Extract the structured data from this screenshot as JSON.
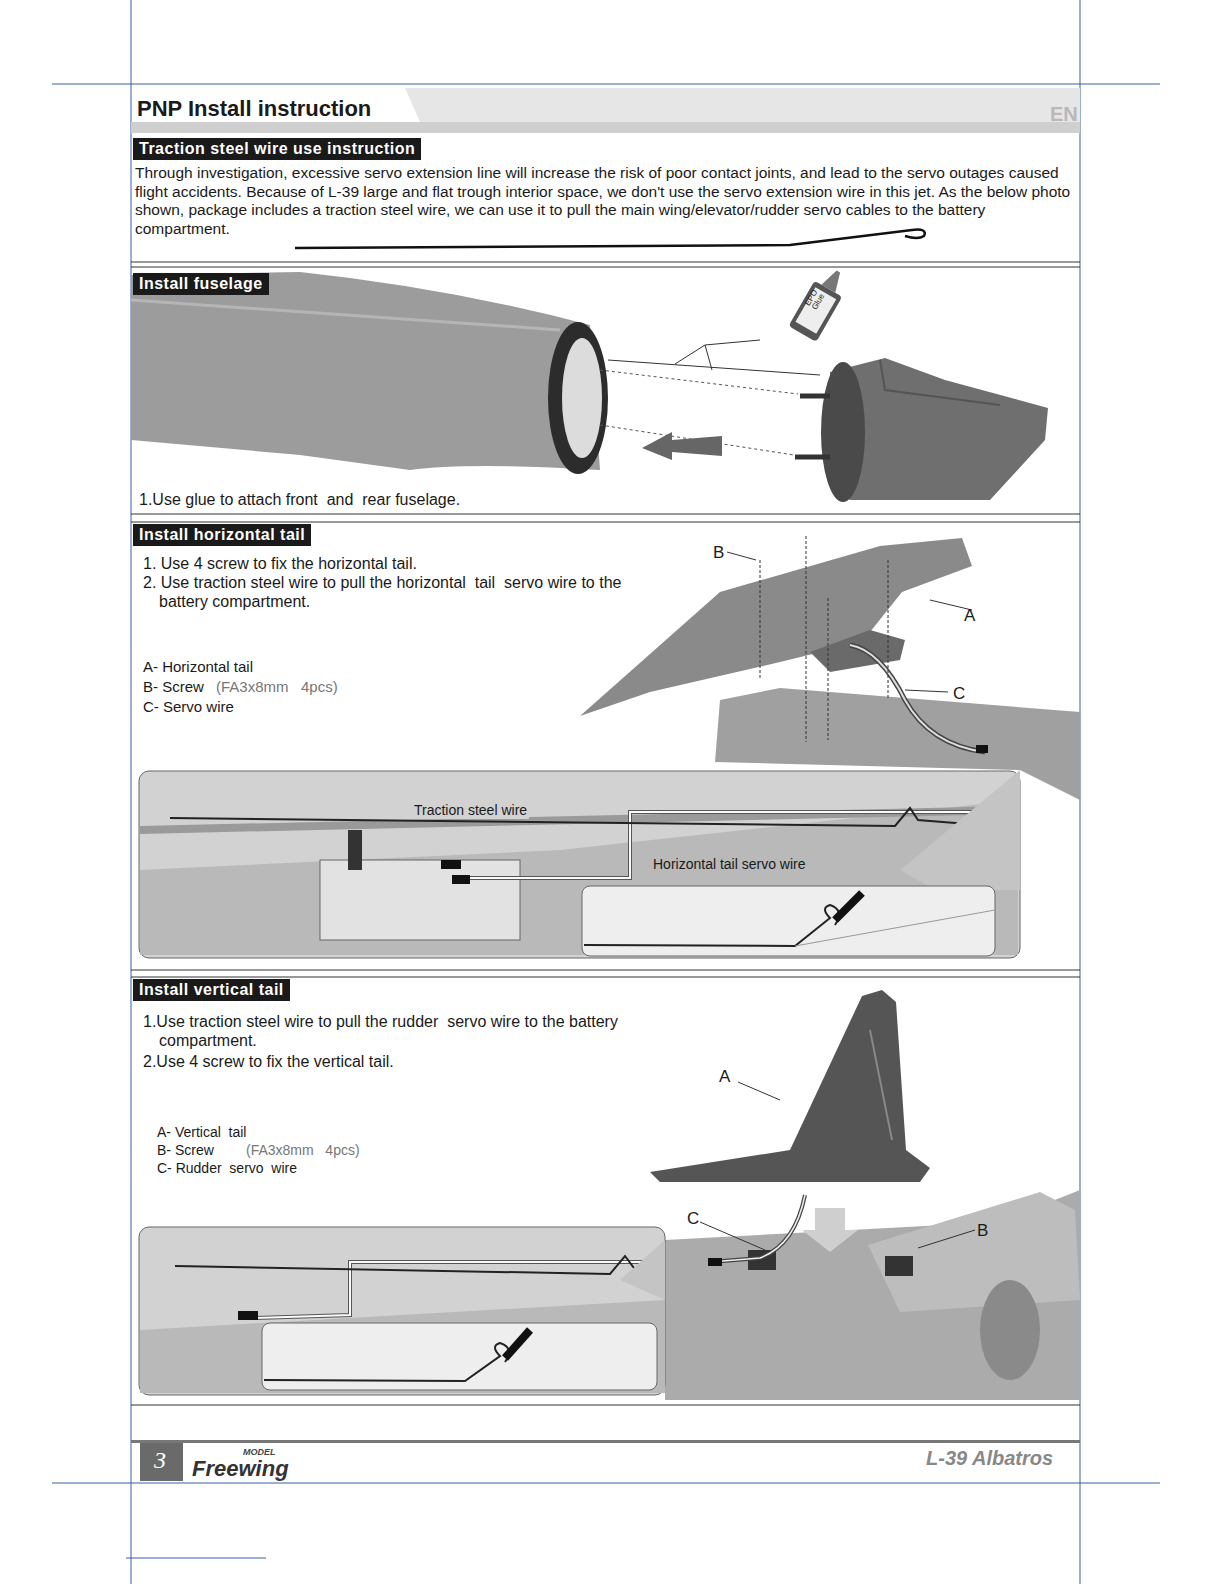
{
  "diagram": {
    "title": "PNP Install instruction",
    "nodes": [
      {
        "text": [
          "Traction steel wire use instruction"
        ]
      },
      {
        "text": [
          "Install fuselage"
        ]
      },
      {
        "text": [
          "Install horizontal tail"
        ]
      },
      {
        "text": [
          "Install vertical tail"
        ]
      }
    ],
    "labels": [
      "EN",
      "Through investigation, excessive servo extension line will increase the risk of poor contact joints, and lead to the servo outages caused flight accidents. Because of L-39 large and flat trough interior space, we don't use the servo extension wire in this jet. As the below photo shown, package includes a traction steel wire, we can use it to pull the main wing/elevator/rudder servo cables to the battery compartment.",
      "1.Use glue to attach front  and  rear fuselage.",
      "EPO Glue",
      "1. Use 4 screw to fix the horizontal tail.",
      "2. Use traction steel wire to pull the horizontal  tail  servo wire to the battery compartment.",
      "A- Horizontal tail",
      "B- Screw",
      "(FA3x8mm   4pcs)",
      "C- Servo wire",
      "B",
      "A",
      "C",
      "Traction steel wire",
      "Horizontal tail servo wire",
      "1.Use traction steel wire to pull the rudder  servo wire to the battery compartment.",
      "2.Use 4 screw to fix the vertical tail.",
      "A- Vertical  tail",
      "B- Screw",
      "(FA3x8mm   4pcs)",
      "C- Rudder  servo  wire",
      "A",
      "C",
      "B",
      "3",
      "MODEL",
      "Freewing",
      "L-39 Albatros"
    ]
  }
}
